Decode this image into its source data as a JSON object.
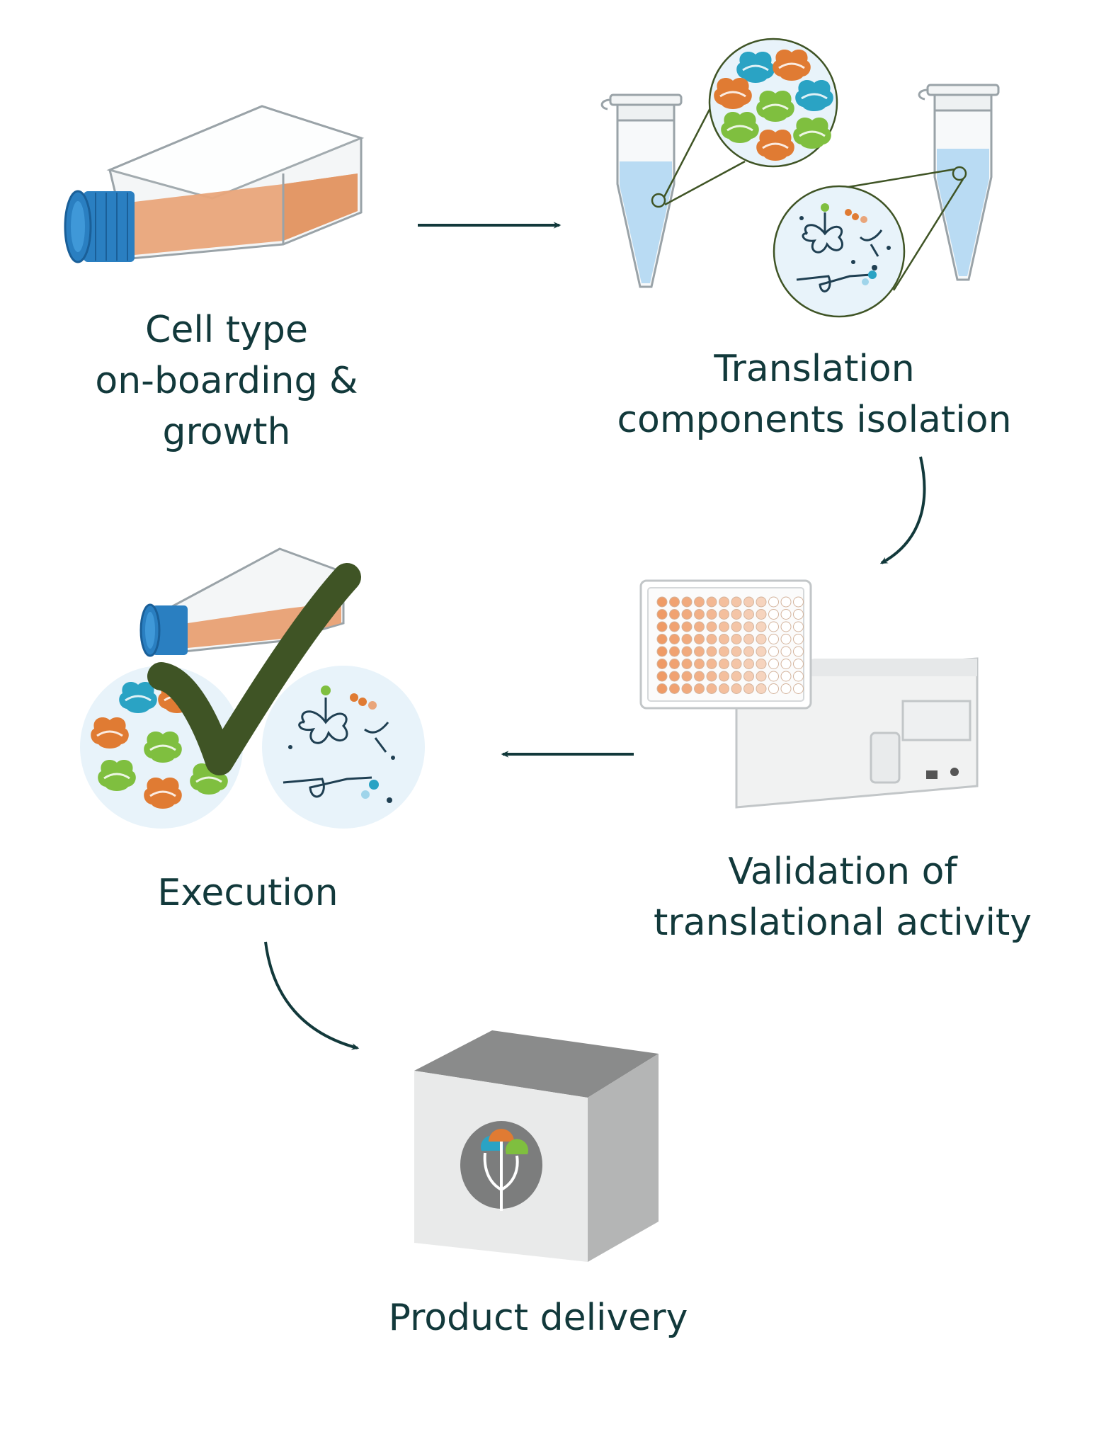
{
  "steps": {
    "cell_growth": "Cell type\non-boarding &\ngrowth",
    "isolation": "Translation\ncomponents isolation",
    "validation": "Validation of\ntranslational activity",
    "execution": "Execution",
    "delivery": "Product delivery"
  },
  "colors": {
    "text": "#12393b",
    "arrow": "#12393b",
    "flask_liquid": "#e9a57a",
    "cap_blue": "#2a7fc1",
    "ribosome_orange": "#e07b33",
    "ribosome_green": "#7fbf3f",
    "ribosome_teal": "#2aa3c4",
    "tube_liquid": "#b9dbf3",
    "checkmark": "#3f5425",
    "well_orange": "#ef9b66",
    "box_light": "#e9eaea",
    "box_top": "#8a8b8b",
    "box_side": "#b4b5b5"
  },
  "icons": [
    "cell-culture-flask-icon",
    "microcentrifuge-tube-icon",
    "ribosome-zoom-icon",
    "trna-zoom-icon",
    "well-plate-reader-icon",
    "checkmark-icon",
    "product-box-icon",
    "company-logo-icon"
  ]
}
